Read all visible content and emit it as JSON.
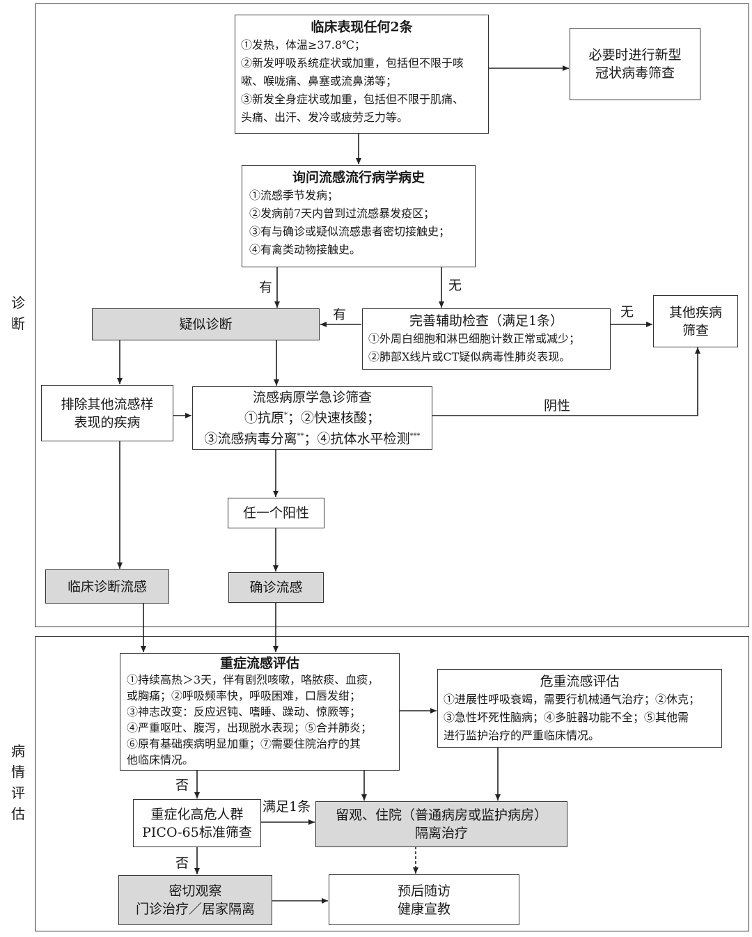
{
  "sections": {
    "diagnosis": [
      "诊",
      "断"
    ],
    "assessment": [
      "病",
      "情",
      "评",
      "估"
    ]
  },
  "clinical": {
    "title": "临床表现任何2条",
    "lines": [
      "①发热，体温≥37.8℃；",
      "②新发呼吸系统症状或加重，包括但不限于咳",
      "嗽、喉咙痛、鼻塞或流鼻涕等；",
      "③新发全身症状或加重，包括但不限于肌痛、",
      "头痛、出汗、发冷或疲劳乏力等。"
    ]
  },
  "covid": {
    "lines": [
      "必要时进行新型",
      "冠状病毒筛查"
    ]
  },
  "epi": {
    "title": "询问流感流行病学病史",
    "lines": [
      "①流感季节发病；",
      "②发病前7天内曾到过流感暴发疫区；",
      "③有与确诊或疑似流感患者密切接触史；",
      "④有禽类动物接触史。"
    ]
  },
  "suspected": {
    "label": "疑似诊断"
  },
  "auxiliary": {
    "title": "完善辅助检查（满足1条）",
    "lines": [
      "①外周白细胞和淋巴细胞计数正常或减少；",
      "②肺部X线片或CT疑似病毒性肺炎表现。"
    ]
  },
  "other_disease": {
    "lines": [
      "其他疾病",
      "筛查"
    ]
  },
  "exclude": {
    "lines": [
      "排除其他流感样",
      "表现的疾病"
    ]
  },
  "pathogen": {
    "title": "流感病原学急诊筛查",
    "line1": [
      "①抗原",
      "*",
      "；②快速核酸；"
    ],
    "line2": [
      "③流感病毒分离",
      "**",
      "；④抗体水平检测",
      "***"
    ]
  },
  "any_positive": {
    "label": "任一个阳性"
  },
  "clinical_flu": {
    "label": "临床诊断流感"
  },
  "confirmed_flu": {
    "label": "确诊流感"
  },
  "severe": {
    "title": "重症流感评估",
    "lines": [
      "①持续高热＞3天，伴有剧烈咳嗽，咯脓痰、血痰，",
      "或胸痛；②呼吸频率快，呼吸困难，口唇发绀；",
      "③神志改变：反应迟钝、嗜睡、躁动、惊厥等；",
      "④严重呕吐、腹泻，出现脱水表现；⑤合并肺炎；",
      "⑥原有基础疾病明显加重；⑦需要住院治疗的其",
      "他临床情况。"
    ]
  },
  "critical": {
    "title": "危重流感评估",
    "lines": [
      "①进展性呼吸衰竭，需要行机械通气治疗；②休克；",
      "③急性坏死性脑病；④多脏器功能不全；⑤其他需",
      "进行监护治疗的严重临床情况。"
    ]
  },
  "high_risk": {
    "lines": [
      "重症化高危人群",
      "PICO-65标准筛查"
    ]
  },
  "hospital": {
    "lines": [
      "留观、住院（普通病房或监护病房）",
      "隔离治疗"
    ]
  },
  "observe": {
    "lines": [
      "密切观察",
      "门诊治疗／居家隔离"
    ]
  },
  "followup": {
    "lines": [
      "预后随访",
      "健康宣教"
    ]
  },
  "edge_labels": {
    "yes_epi": "有",
    "no_epi": "无",
    "yes_aux": "有",
    "no_aux": "无",
    "negative": "阴性",
    "no_severe": "否",
    "meets_one": "满足1条",
    "no_highrisk": "否"
  }
}
